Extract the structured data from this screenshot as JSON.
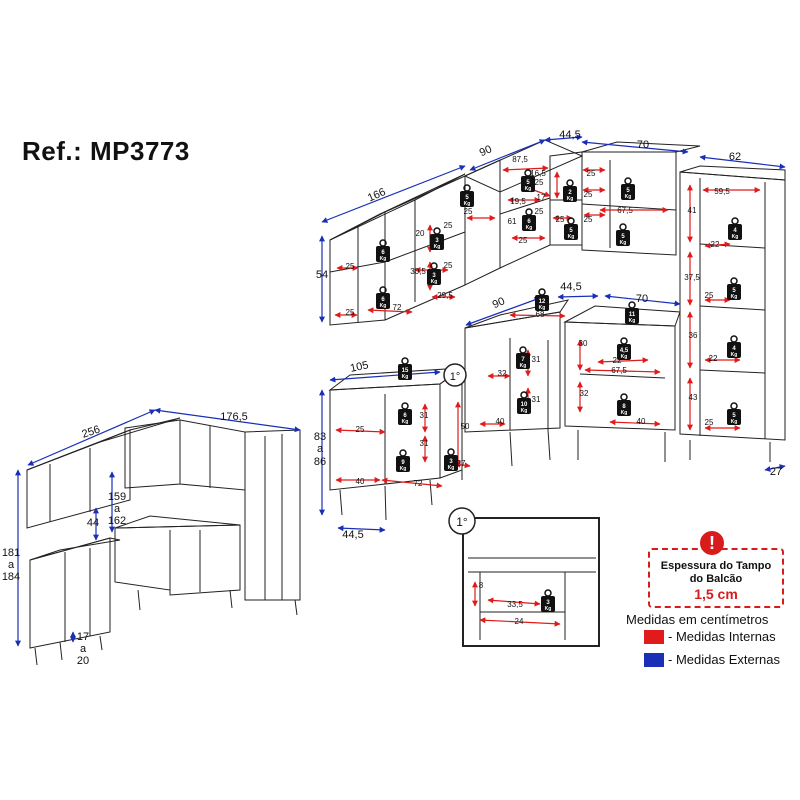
{
  "ref": "Ref.: MP3773",
  "colors": {
    "internal": "#e01b1b",
    "external": "#1a2fb8",
    "line": "#222222",
    "warning": "#d81b1b"
  },
  "warning": {
    "icon": "exclamation-icon",
    "line1": "Espessura do Tampo",
    "line2": "do Balcão",
    "value": "1,5 cm"
  },
  "legend": {
    "caption": "Medidas em centímetros",
    "internal_label": "- Medidas Internas",
    "external_label": "- Medidas Externas"
  },
  "detail_label": "1°",
  "weight_unit": "Kg",
  "external_dims": [
    {
      "id": "e1",
      "text": "90"
    },
    {
      "id": "e2",
      "text": "44,5"
    },
    {
      "id": "e3",
      "text": "70"
    },
    {
      "id": "e4",
      "text": "62"
    },
    {
      "id": "e5",
      "text": "166"
    },
    {
      "id": "e6",
      "text": "54"
    },
    {
      "id": "e7",
      "text": "90"
    },
    {
      "id": "e8",
      "text": "44,5"
    },
    {
      "id": "e9",
      "text": "70"
    },
    {
      "id": "e10",
      "text": "105"
    },
    {
      "id": "e11",
      "text": "83"
    },
    {
      "id": "e12",
      "text": "a"
    },
    {
      "id": "e13",
      "text": "86"
    },
    {
      "id": "e14",
      "text": "44,5"
    },
    {
      "id": "e15",
      "text": "27"
    },
    {
      "id": "e16",
      "text": "256"
    },
    {
      "id": "e17",
      "text": "176,5"
    },
    {
      "id": "e18",
      "text": "159"
    },
    {
      "id": "e19",
      "text": "a"
    },
    {
      "id": "e20",
      "text": "162"
    },
    {
      "id": "e21",
      "text": "44"
    },
    {
      "id": "e22",
      "text": "181"
    },
    {
      "id": "e23",
      "text": "a"
    },
    {
      "id": "e24",
      "text": "184"
    },
    {
      "id": "e25",
      "text": "17"
    },
    {
      "id": "e26",
      "text": "a"
    },
    {
      "id": "e27",
      "text": "20"
    }
  ],
  "internal_dims": [
    {
      "id": "i1",
      "text": "87,5"
    },
    {
      "id": "i2",
      "text": "16,5"
    },
    {
      "id": "i3",
      "text": "25"
    },
    {
      "id": "i4",
      "text": "17"
    },
    {
      "id": "i5",
      "text": "19,5"
    },
    {
      "id": "i6",
      "text": "25"
    },
    {
      "id": "i7",
      "text": "61"
    },
    {
      "id": "i8",
      "text": "25"
    },
    {
      "id": "i9",
      "text": "25"
    },
    {
      "id": "i10",
      "text": "25"
    },
    {
      "id": "i11",
      "text": "25"
    },
    {
      "id": "i12",
      "text": "25"
    },
    {
      "id": "i13",
      "text": "67,5"
    },
    {
      "id": "i14",
      "text": "59,5"
    },
    {
      "id": "i15",
      "text": "41"
    },
    {
      "id": "i16",
      "text": "22"
    },
    {
      "id": "i17",
      "text": "37,5"
    },
    {
      "id": "i18",
      "text": "25"
    },
    {
      "id": "i19",
      "text": "36"
    },
    {
      "id": "i20",
      "text": "22"
    },
    {
      "id": "i21",
      "text": "43"
    },
    {
      "id": "i22",
      "text": "25"
    },
    {
      "id": "i23",
      "text": "20"
    },
    {
      "id": "i24",
      "text": "25"
    },
    {
      "id": "i25",
      "text": "30,5"
    },
    {
      "id": "i26",
      "text": "25"
    },
    {
      "id": "i27",
      "text": "25"
    },
    {
      "id": "i28",
      "text": "72"
    },
    {
      "id": "i29",
      "text": "25"
    },
    {
      "id": "i30",
      "text": "29,5"
    },
    {
      "id": "i31",
      "text": "25"
    },
    {
      "id": "i32",
      "text": "68"
    },
    {
      "id": "i33",
      "text": "30"
    },
    {
      "id": "i34",
      "text": "22"
    },
    {
      "id": "i35",
      "text": "67,5"
    },
    {
      "id": "i36",
      "text": "32"
    },
    {
      "id": "i37",
      "text": "40"
    },
    {
      "id": "i38",
      "text": "31"
    },
    {
      "id": "i39",
      "text": "31"
    },
    {
      "id": "i40",
      "text": "32"
    },
    {
      "id": "i41",
      "text": "40"
    },
    {
      "id": "i42",
      "text": "50"
    },
    {
      "id": "i43",
      "text": "25"
    },
    {
      "id": "i44",
      "text": "31"
    },
    {
      "id": "i45",
      "text": "31"
    },
    {
      "id": "i46",
      "text": "40"
    },
    {
      "id": "i47",
      "text": "72"
    },
    {
      "id": "i48",
      "text": "27"
    },
    {
      "id": "i49",
      "text": "8"
    },
    {
      "id": "i50",
      "text": "33,5"
    },
    {
      "id": "i51",
      "text": "24"
    }
  ],
  "weights": [
    {
      "id": "w1",
      "value": "5"
    },
    {
      "id": "w2",
      "value": "5"
    },
    {
      "id": "w3",
      "value": "2"
    },
    {
      "id": "w4",
      "value": "5"
    },
    {
      "id": "w5",
      "value": "6"
    },
    {
      "id": "w6",
      "value": "5"
    },
    {
      "id": "w7",
      "value": "5"
    },
    {
      "id": "w8",
      "value": "4"
    },
    {
      "id": "w9",
      "value": "5"
    },
    {
      "id": "w10",
      "value": "4"
    },
    {
      "id": "w11",
      "value": "5"
    },
    {
      "id": "w12",
      "value": "6"
    },
    {
      "id": "w13",
      "value": "3"
    },
    {
      "id": "w14",
      "value": "6"
    },
    {
      "id": "w15",
      "value": "3"
    },
    {
      "id": "w16",
      "value": "12"
    },
    {
      "id": "w17",
      "value": "11"
    },
    {
      "id": "w18",
      "value": "15"
    },
    {
      "id": "w19",
      "value": "7"
    },
    {
      "id": "w20",
      "value": "4,5"
    },
    {
      "id": "w21",
      "value": "10"
    },
    {
      "id": "w22",
      "value": "8"
    },
    {
      "id": "w23",
      "value": "6"
    },
    {
      "id": "w24",
      "value": "9"
    },
    {
      "id": "w25",
      "value": "3"
    },
    {
      "id": "w26",
      "value": "3"
    }
  ]
}
